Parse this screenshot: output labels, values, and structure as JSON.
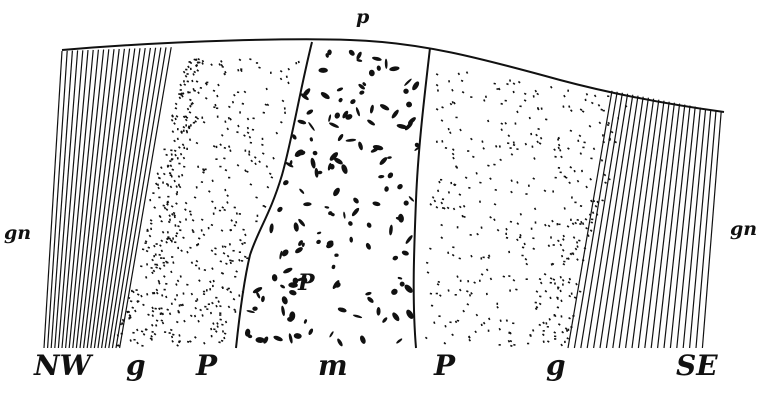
{
  "figure": {
    "labels": {
      "top": "p",
      "left_side": "gn",
      "right_side": "gn",
      "center_inner": "P",
      "bottom": [
        "NW",
        "g",
        "P",
        "m",
        "P",
        "g",
        "SE"
      ]
    },
    "ink_color": "#111111",
    "background": "#ffffff"
  }
}
